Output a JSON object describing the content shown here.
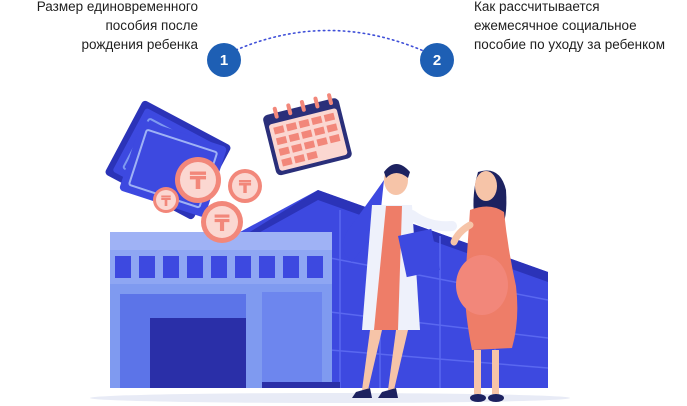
{
  "steps": [
    {
      "number": "1",
      "caption_lines": [
        "Размер единовременного",
        "пособия после",
        "рождения ребенка"
      ]
    },
    {
      "number": "2",
      "caption_lines": [
        "Как рассчитывается",
        "ежемесячное социальное",
        "пособие по уходу за ребенком"
      ]
    }
  ],
  "currency_symbol": "₸",
  "colors": {
    "step_circle": "#1e5fb4",
    "connector": "#3f4fd8",
    "building_main": "#3d49e0",
    "building_light": "#7f9af0",
    "coin": "#f2877a",
    "dress": "#ee7d68",
    "navy": "#1d2260"
  }
}
